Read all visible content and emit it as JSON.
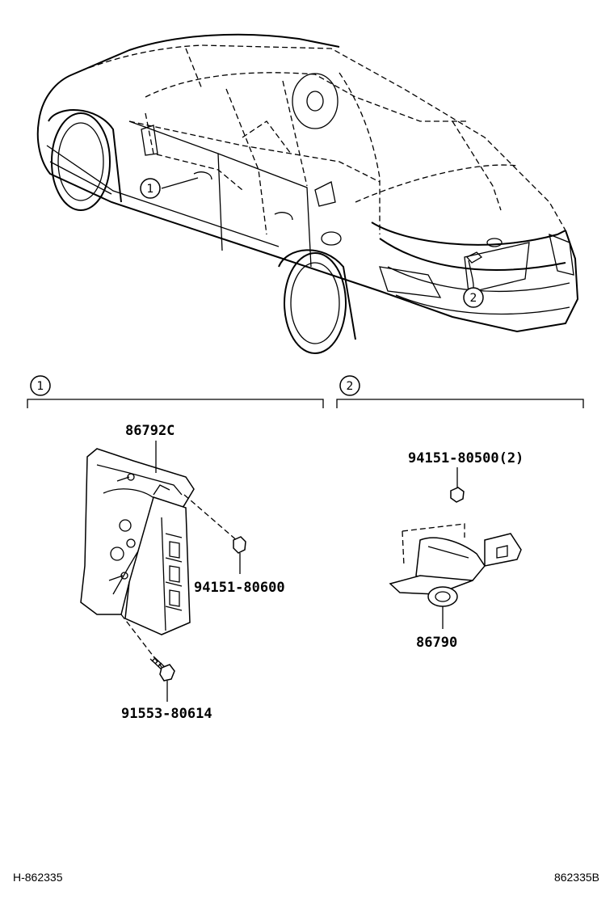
{
  "callouts": {
    "c1": "1",
    "c2": "2"
  },
  "sections": {
    "s1": "1",
    "s2": "2"
  },
  "parts": {
    "p86792c": "86792C",
    "p94151_80600": "94151-80600",
    "p91553_80614": "91553-80614",
    "p94151_80500": "94151-80500(2)",
    "p86790": "86790"
  },
  "footer": {
    "left": "H-862335",
    "right": "862335B"
  }
}
